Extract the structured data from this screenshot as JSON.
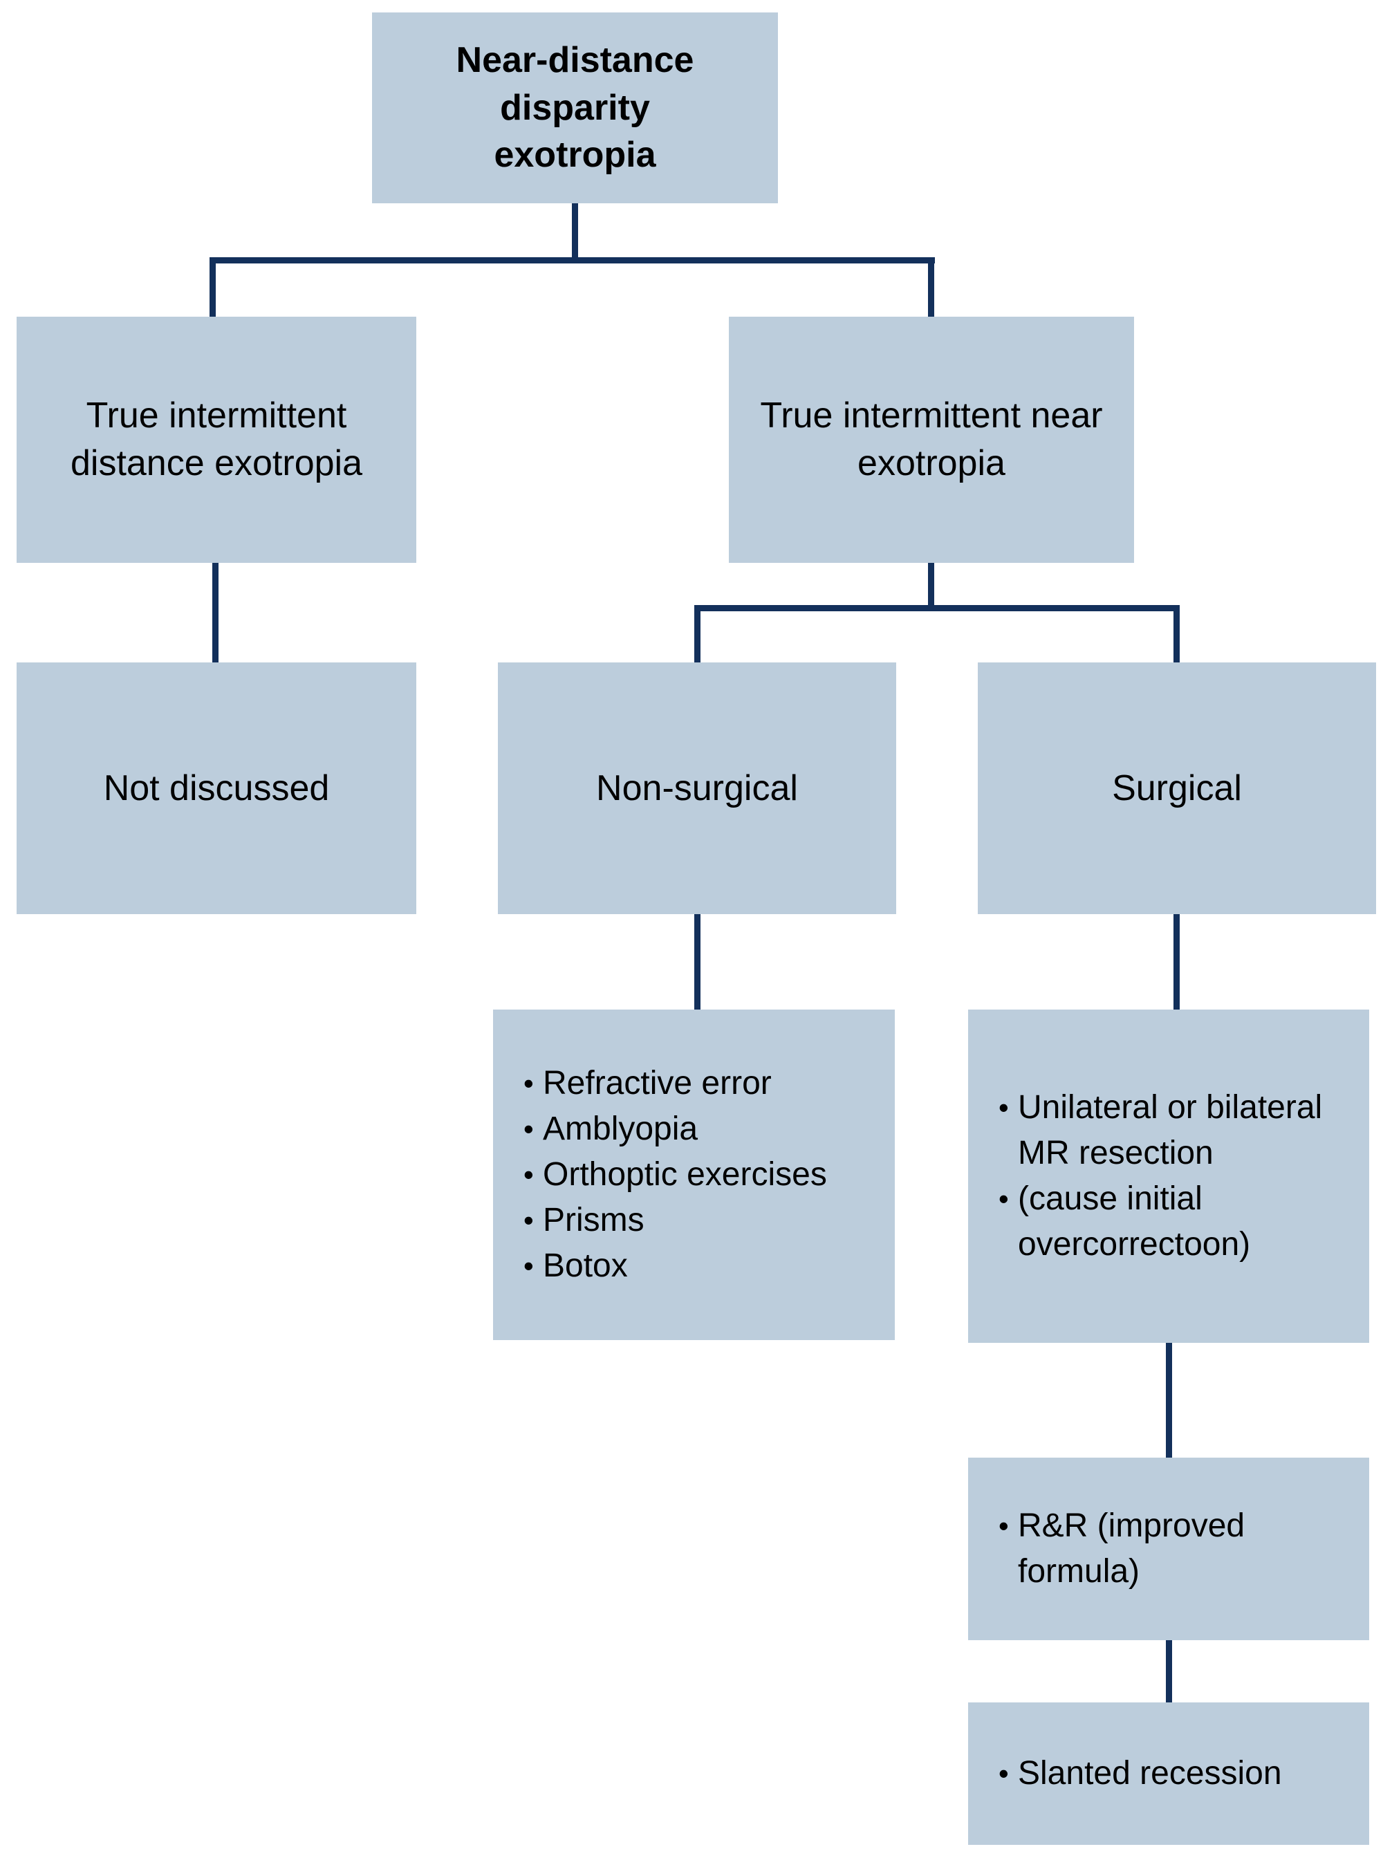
{
  "colors": {
    "background": "#ffffff",
    "node_fill": "#bccddc",
    "connector": "#13305b",
    "text": "#000000"
  },
  "nodes": {
    "root": {
      "label": "Near-distance disparity exotropia"
    },
    "true_intermittent_distance_exotropia": {
      "label": "True intermittent distance exotropia"
    },
    "true_intermittent_near_exotropia": {
      "label": "True intermittent near exotropia"
    },
    "not_discussed": {
      "label": "Not discussed"
    },
    "non_surgical": {
      "label": "Non-surgical"
    },
    "surgical": {
      "label": "Surgical"
    },
    "non_surgical_treatments": {
      "bullets": [
        "Refractive error",
        "Amblyopia",
        "Orthoptic exercises",
        "Prisms",
        "Botox"
      ]
    },
    "surgical_treatments": {
      "bullets": [
        "Unilateral or bilateral MR resection",
        "(cause initial overcorrectoon)"
      ]
    },
    "surgical_step2": {
      "bullets": [
        "R&R (improved formula)"
      ]
    },
    "surgical_step3": {
      "bullets": [
        "Slanted recession"
      ]
    }
  }
}
